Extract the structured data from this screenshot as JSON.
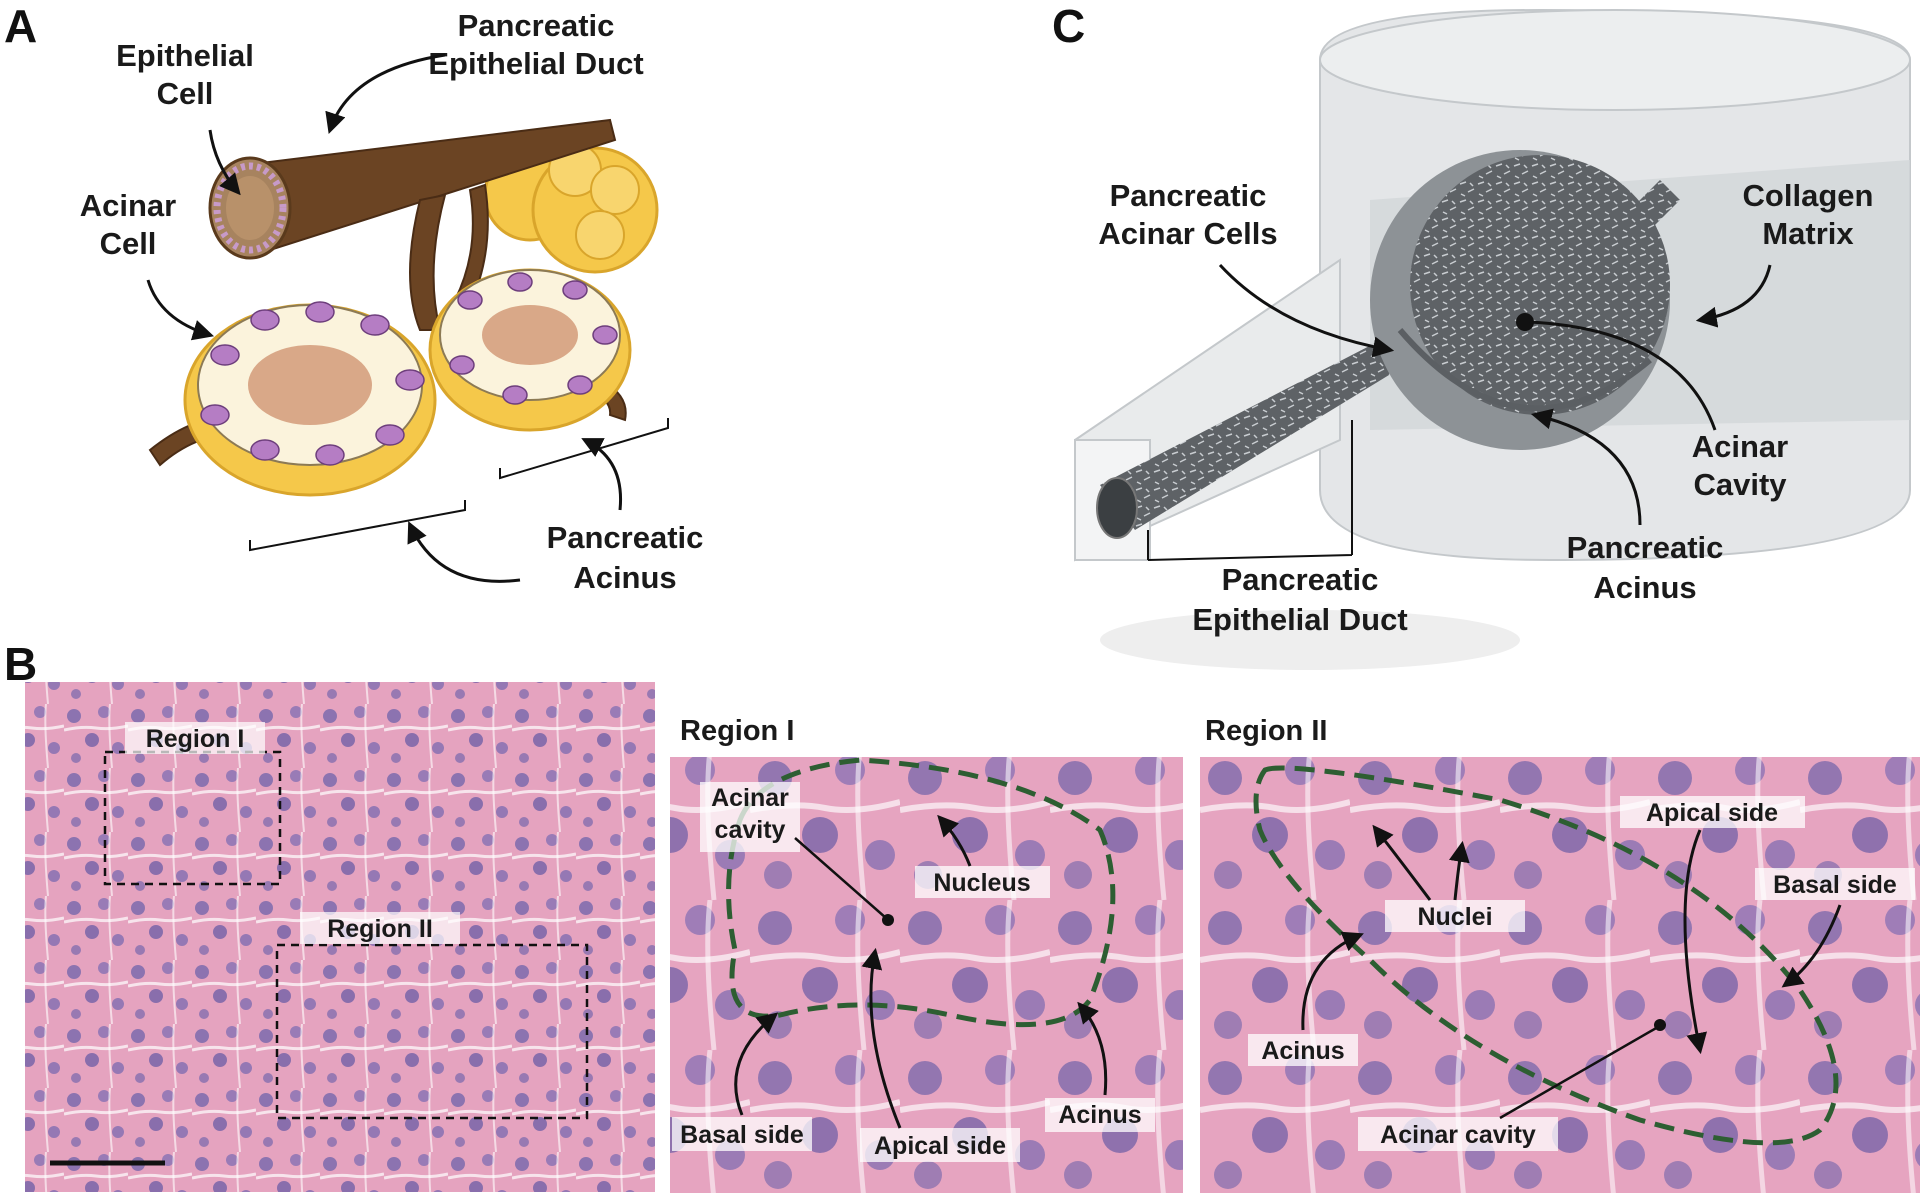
{
  "panels": {
    "a": "A",
    "b": "B",
    "c": "C"
  },
  "panel_a": {
    "duct": [
      "Pancreatic",
      "Epithelial Duct"
    ],
    "epithelial_cell": [
      "Epithelial",
      "Cell"
    ],
    "acinar_cell": [
      "Acinar",
      "Cell"
    ],
    "acinus": [
      "Pancreatic",
      "Acinus"
    ]
  },
  "panel_c": {
    "acinar_cells": [
      "Pancreatic",
      "Acinar Cells"
    ],
    "collagen": [
      "Collagen",
      "Matrix"
    ],
    "cavity": [
      "Acinar",
      "Cavity"
    ],
    "acinus": [
      "Pancreatic",
      "Acinus"
    ],
    "duct": [
      "Pancreatic",
      "Epithelial Duct"
    ]
  },
  "panel_b": {
    "overview": {
      "region1": "Region I",
      "region2": "Region II"
    },
    "region1": {
      "title": "Region I",
      "acinar_cavity": [
        "Acinar",
        "cavity"
      ],
      "nucleus": "Nucleus",
      "basal_side": "Basal side",
      "apical_side": "Apical side",
      "acinus": "Acinus"
    },
    "region2": {
      "title": "Region II",
      "apical_side": "Apical side",
      "basal_side": "Basal side",
      "nuclei": "Nuclei",
      "acinus": "Acinus",
      "acinar_cavity": "Acinar cavity"
    }
  },
  "colors": {
    "duct_brown": "#6b4423",
    "acinus_yellow": "#f5c84a",
    "cell_cream": "#fbf3dc",
    "nucleus_purple": "#b57dc4",
    "lumen_tan": "#d9a888",
    "tissue_pink": "#e39bb8",
    "tissue_nuclei": "#6f62aa",
    "dashed_green": "#2d5e32",
    "matrix_gray": "#d9dcdf"
  }
}
